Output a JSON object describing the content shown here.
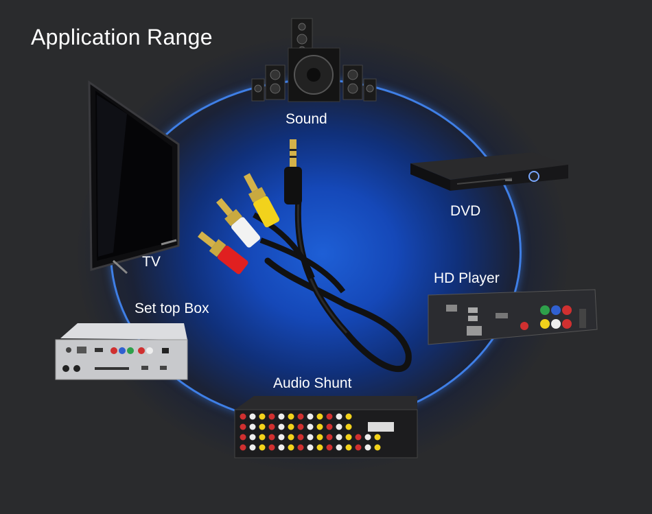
{
  "heading": "Application Range",
  "devices": {
    "sound": "Sound",
    "dvd": "DVD",
    "tv": "TV",
    "hd_player": "HD Player",
    "set_top_box": "Set top Box",
    "audio_shunt": "Audio Shunt"
  },
  "colors": {
    "background": "#2a2b2d",
    "glow": "#1e5fd6",
    "ring": "#3f7fe6",
    "plug_yellow": "#f2d21c",
    "plug_white": "#f2f2f2",
    "plug_red": "#e02020"
  }
}
